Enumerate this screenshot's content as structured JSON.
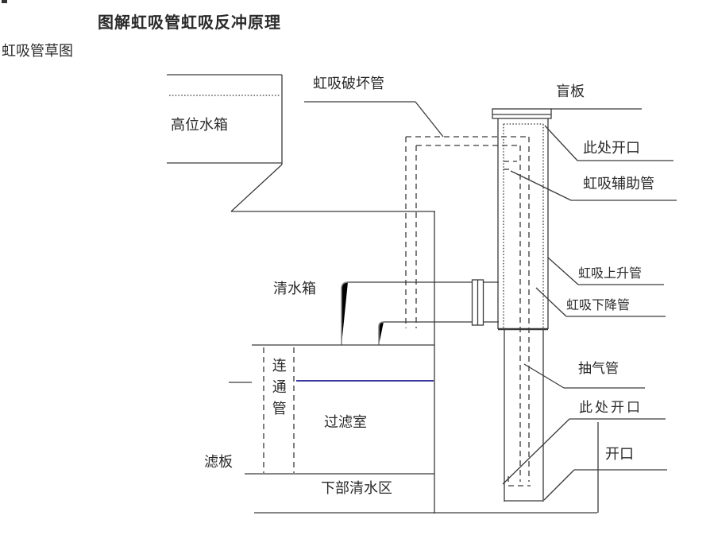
{
  "page": {
    "title": "图解虹吸管虹吸反冲原理",
    "subtitle": "虹吸管草图"
  },
  "colors": {
    "line": "#3a3a3a",
    "pipe_gray": "#8a8a8a",
    "water_level": "#3b3b9e"
  },
  "labels": {
    "high_tank": "高位水箱",
    "siphon_break_pipe": "虹吸破坏管",
    "blind_plate": "盲板",
    "opening_here_top": "此处开口",
    "siphon_aux_pipe": "虹吸辅助管",
    "clean_water_tank": "清水箱",
    "siphon_riser_pipe": "虹吸上升管",
    "siphon_down_pipe": "虹吸下降管",
    "air_pipe": "抽气管",
    "opening_here_bottom": "此处开口",
    "connecting_pipe": "连通管",
    "filter_chamber": "过滤室",
    "filter_plate": "滤板",
    "lower_clean_water_zone": "下部清水区",
    "opening": "开口"
  }
}
